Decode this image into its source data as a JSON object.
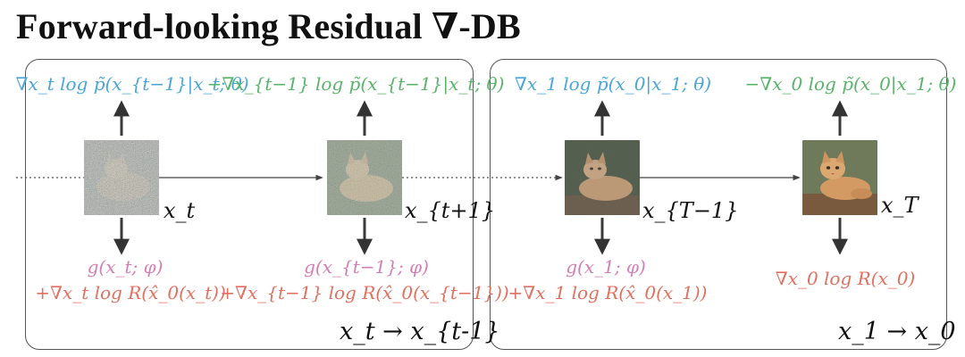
{
  "title": "Forward-looking Residual  ∇-DB",
  "colors": {
    "blue": "#4aa6d8",
    "green": "#59b36b",
    "pink": "#d47fb3",
    "red": "#e07060"
  },
  "panels": [
    {
      "transition": "x_t → x_{t-1}"
    },
    {
      "transition": "x_1 → x_0"
    }
  ],
  "nodes": [
    {
      "state": "x_t",
      "top_label": "∇x_t log p̃(x_{t−1}|x_t; θ)",
      "bottom_label_1": "g(x_t; φ)",
      "bottom_label_2": "+∇x_t log R(x̂_0(x_t))"
    },
    {
      "state": "x_{t+1}",
      "top_label": "−∇x_{t−1} log p̃(x_{t−1}|x_t; θ)",
      "bottom_label_1": "g(x_{t−1}; φ)",
      "bottom_label_2": "+∇x_{t−1} log R(x̂_0(x_{t−1}))"
    },
    {
      "state": "x_{T−1}",
      "top_label": "∇x_1 log p̃(x_0|x_1; θ)",
      "bottom_label_1": "g(x_1; φ)",
      "bottom_label_2": "+∇x_1 log R(x̂_0(x_1))"
    },
    {
      "state": "x_T",
      "top_label": "−∇x_0 log p̃(x_0|x_1; θ)",
      "bottom_label_1": "",
      "bottom_label_2": "∇x_0 log R(x_0)"
    }
  ]
}
